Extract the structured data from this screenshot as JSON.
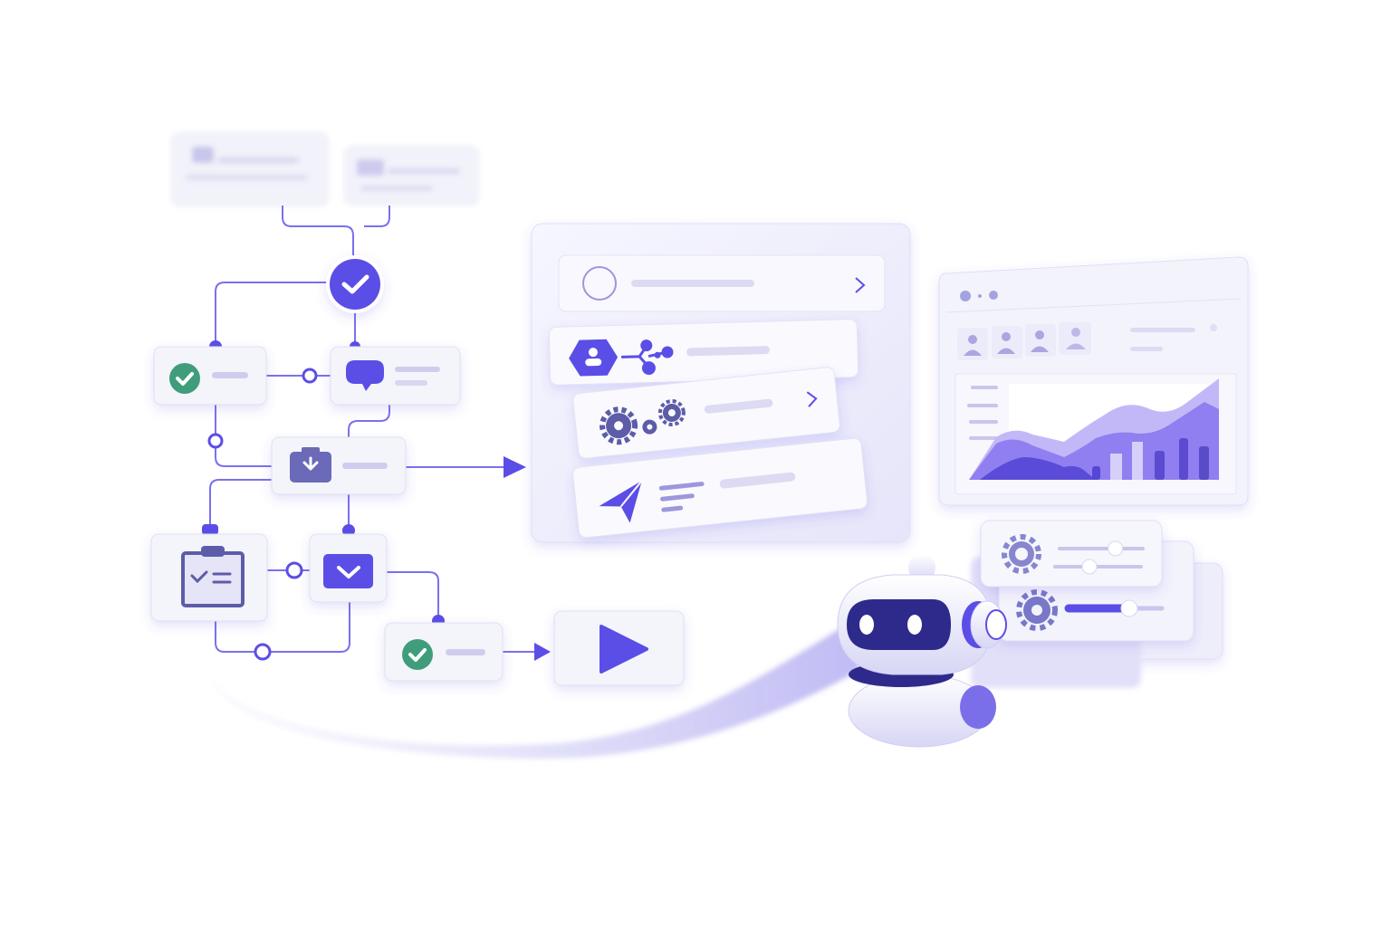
{
  "illustration": {
    "theme": "workflow-automation",
    "colors": {
      "accent": "#5b4ee6",
      "accent_dark": "#2e2a8c",
      "success": "#3f9d7c",
      "card_bg": "#f4f4fb",
      "card_border": "#e1e1f1",
      "connector": "#7b70ee",
      "panel_bg": "#eeeefb",
      "chart_light": "#c3b8f7",
      "chart_mid": "#8f7ff0",
      "chart_dark": "#5a4bd8"
    },
    "icons": [
      "check-circle-icon",
      "chat-bubble-icon",
      "briefcase-download-icon",
      "clipboard-checklist-icon",
      "chevron-down-icon",
      "play-icon",
      "user-hexagon-icon",
      "network-nodes-icon",
      "gears-icon",
      "paper-plane-icon",
      "chevron-right-icon",
      "user-avatar-icon",
      "gear-icon",
      "robot-mascot"
    ],
    "settings_sliders": [
      0.67,
      0.4,
      0.65
    ]
  }
}
